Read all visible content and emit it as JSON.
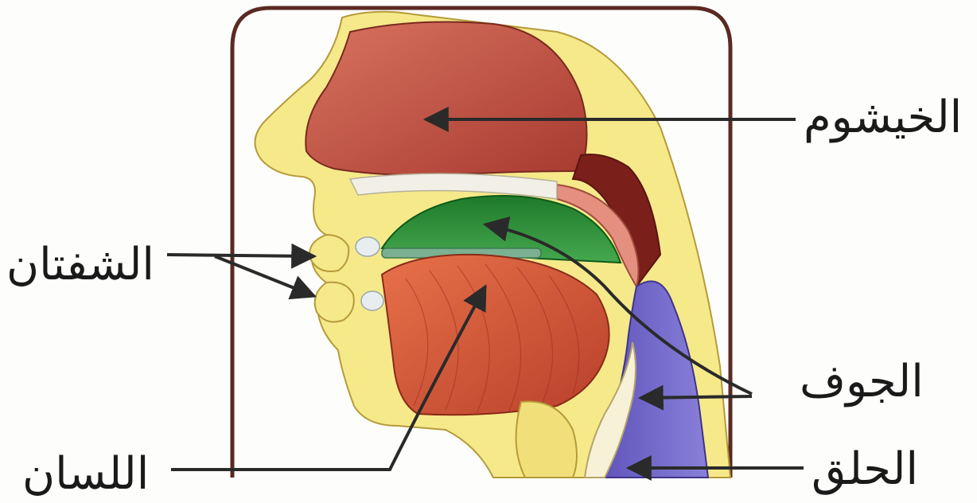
{
  "labels": {
    "nasal_cavity": "الخيشوم",
    "lips": "الشفتان",
    "oral_cavity": "الجوف",
    "throat": "الحلق",
    "tongue": "اللسان"
  },
  "colors": {
    "nasal_cavity": "#c9574a",
    "oral_cavity": "#2f8f3a",
    "tongue": "#d65a3a",
    "throat": "#6a5fc4",
    "skin": "#f6e98a",
    "frame": "#5a2a22"
  }
}
